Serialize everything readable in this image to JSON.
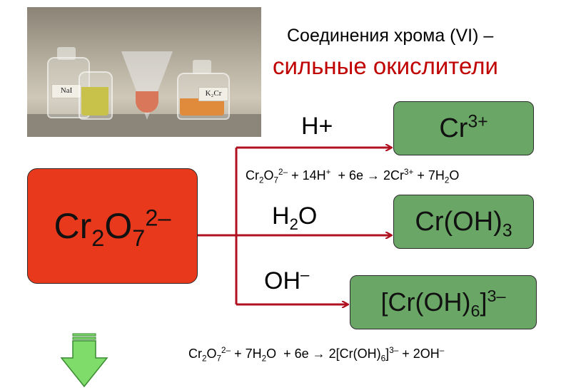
{
  "photo": {
    "label_left": "NaI",
    "label_right": "K₂Cr"
  },
  "title": {
    "line1": "Соединения хрома (VI) –",
    "line2": "сильные окислители"
  },
  "reactant": {
    "base": "Cr",
    "sub1": "2",
    "mid": "O",
    "sub2": "7",
    "charge": "2–"
  },
  "conditions": {
    "acid_label": "H+",
    "neutral_base": "H",
    "neutral_sub": "2",
    "neutral_tail": "O",
    "alkaline_base": "OH",
    "alkaline_charge": "–"
  },
  "products": {
    "p1_base": "Cr",
    "p1_charge": "3+",
    "p2_base": "Cr(OH)",
    "p2_sub": "3",
    "p3_open": "[Cr(OH)",
    "p3_sub": "6",
    "p3_close": "]",
    "p3_charge": "3–"
  },
  "equation_acid": {
    "a1": "Cr",
    "a1s": "2",
    "a2": "O",
    "a2s": "7",
    "a2c": "2–",
    "a3": " + 14H",
    "a3c": "+",
    "a4": "  + 6e → 2Cr",
    "a4c": "3+",
    "a5": " + 7H",
    "a5s": "2",
    "a6": "O"
  },
  "equation_neutral": {
    "b1": "Cr",
    "b1s": "2",
    "b2": "O",
    "b2s": "7",
    "b2c": "2–",
    "b3": " + 7H",
    "b3s": "2",
    "b4": "O  + 6e → 2[Cr(OH)",
    "b4s": "6",
    "b5": "]",
    "b5c": "3–",
    "b6": " + 2OH",
    "b6c": "–"
  },
  "colors": {
    "accent_red": "#c00000",
    "reactant_fill": "#e8391d",
    "product_fill": "#6aa665",
    "arrow": "#b0101f",
    "down_arrow": "#7fdc6a"
  }
}
